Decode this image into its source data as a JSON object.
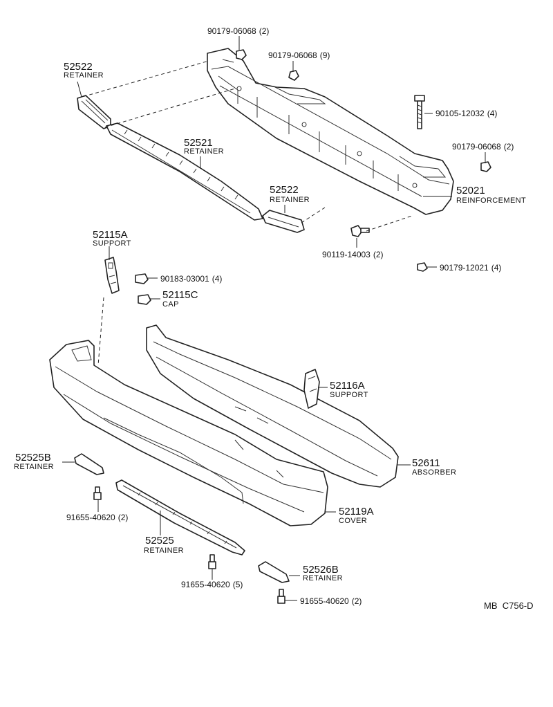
{
  "labels": {
    "p52522_top": {
      "number": "52522",
      "name": "RETAINER"
    },
    "p52521": {
      "number": "52521",
      "name": "RETAINER"
    },
    "p52522_mid": {
      "number": "52522",
      "name": "RETAINER"
    },
    "p52021": {
      "number": "52021",
      "name": "REINFORCEMENT"
    },
    "p52115A": {
      "number": "52115A",
      "name": "SUPPORT"
    },
    "p52115C": {
      "number": "52115C",
      "name": "CAP"
    },
    "p52116A": {
      "number": "52116A",
      "name": "SUPPORT"
    },
    "p52611": {
      "number": "52611",
      "name": "ABSORBER"
    },
    "p52119A": {
      "number": "52119A",
      "name": "COVER"
    },
    "p52525B": {
      "number": "52525B",
      "name": "RETAINER"
    },
    "p52525": {
      "number": "52525",
      "name": "RETAINER"
    },
    "p52526B": {
      "number": "52526B",
      "name": "RETAINER"
    },
    "f90179_06068_a": {
      "number": "90179-06068",
      "qty": "(2)"
    },
    "f90179_06068_b": {
      "number": "90179-06068",
      "qty": "(9)"
    },
    "f90105_12032": {
      "number": "90105-12032",
      "qty": "(4)"
    },
    "f90179_06068_c": {
      "number": "90179-06068",
      "qty": "(2)"
    },
    "f90119_14003": {
      "number": "90119-14003",
      "qty": "(2)"
    },
    "f90179_12021": {
      "number": "90179-12021",
      "qty": "(4)"
    },
    "f90183_03001": {
      "number": "90183-03001",
      "qty": "(4)"
    },
    "f91655_40620_a": {
      "number": "91655-40620",
      "qty": "(2)"
    },
    "f91655_40620_b": {
      "number": "91655-40620",
      "qty": "(5)"
    },
    "f91655_40620_c": {
      "number": "91655-40620",
      "qty": "(2)"
    }
  },
  "reference": {
    "text": "MB  C756-D"
  }
}
